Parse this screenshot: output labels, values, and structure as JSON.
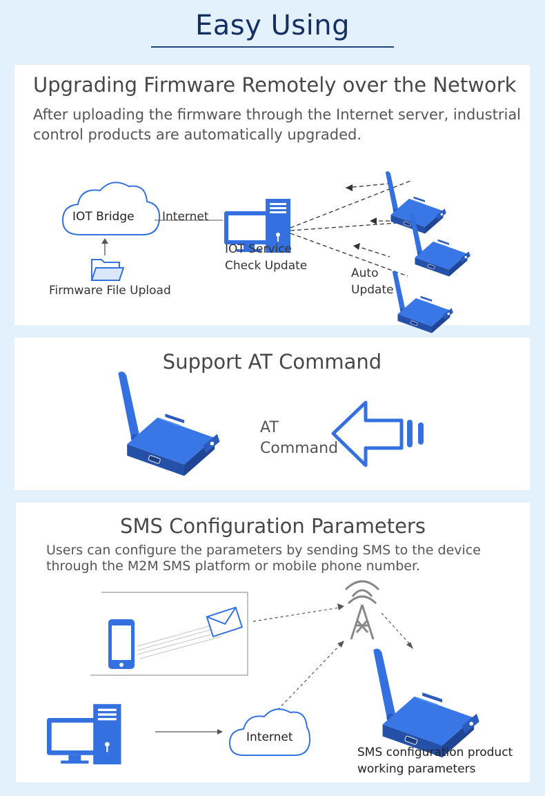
{
  "page": {
    "title": "Easy Using"
  },
  "firmware": {
    "heading": "Upgrading Firmware Remotely over the Network",
    "description": "After uploading the firmware through the Internet server, industrial control products are automatically upgraded.",
    "cloud_label": "IOT Bridge",
    "internet_label": "Internet",
    "upload_label": "Firmware File Upload",
    "service_line1": "IOT Service",
    "service_line2": "Check Update",
    "auto_line1": "Auto",
    "auto_line2": "Update"
  },
  "at_command": {
    "heading": "Support AT Command",
    "label_line1": "AT",
    "label_line2": "Command"
  },
  "sms": {
    "heading": "SMS Configuration Parameters",
    "description_line1": "Users can configure the parameters by sending SMS to the device",
    "description_line2": "through the M2M SMS platform or mobile phone number.",
    "cloud_label": "Internet",
    "product_line1": "SMS configuration product",
    "product_line2": "working parameters"
  },
  "colors": {
    "accent_blue": "#3570e0",
    "title_navy": "#152f63",
    "background": "#e3f1fc"
  },
  "icons": [
    "cloud-icon",
    "folder-icon",
    "computer-icon",
    "router-icon",
    "arrow-icon",
    "phone-icon",
    "envelope-icon",
    "tower-icon"
  ]
}
